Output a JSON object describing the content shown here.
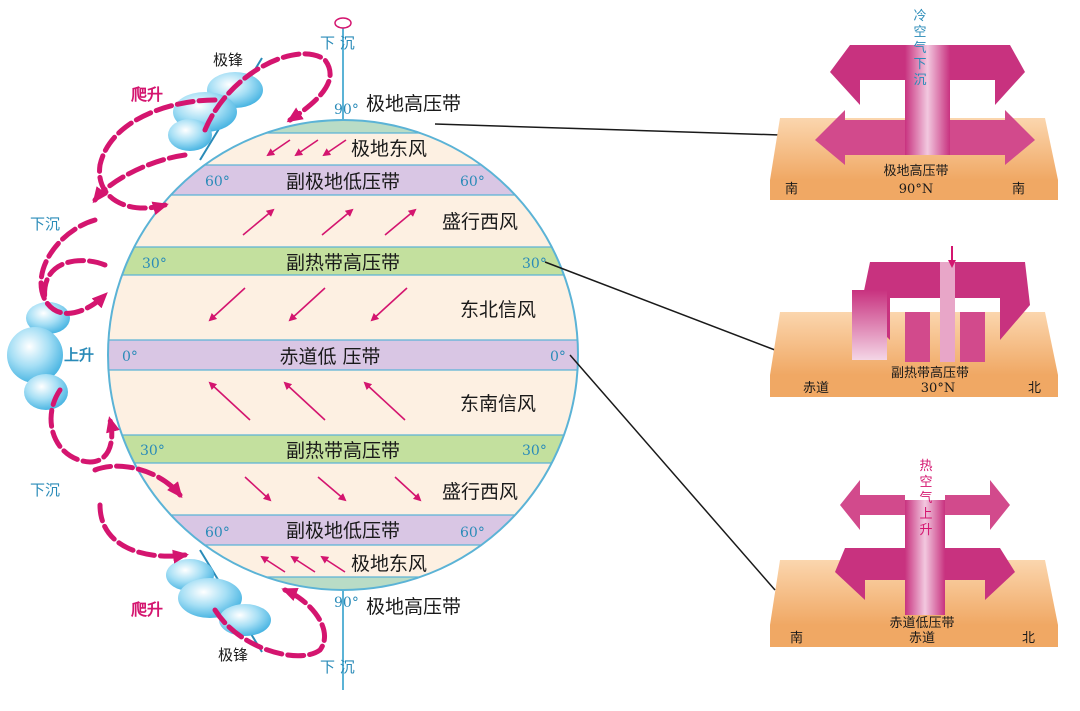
{
  "globe": {
    "cap_high_top": "极地高压带",
    "cap_high_bottom": "极地高压带",
    "bands": [
      {
        "key": "sub_polar_low_n",
        "label": "副极地低压带",
        "lat": "60°"
      },
      {
        "key": "sub_tropical_high_n",
        "label": "副热带高压带",
        "lat": "30°"
      },
      {
        "key": "equatorial_low",
        "label": "赤道低 压带",
        "lat": "0°"
      },
      {
        "key": "sub_tropical_high_s",
        "label": "副热带高压带",
        "lat": "30°"
      },
      {
        "key": "sub_polar_low_s",
        "label": "副极地低压带",
        "lat": "60°"
      }
    ],
    "winds": {
      "polar_east_n": "极地东风",
      "westerlies_n": "盛行西风",
      "ne_trade": "东北信风",
      "se_trade": "东南信风",
      "westerlies_s": "盛行西风",
      "polar_east_s": "极地东风"
    },
    "pole_lat_top": "90°",
    "pole_lat_bottom": "90°",
    "sink_top": "下 沉",
    "sink_bottom": "下 沉"
  },
  "left_labels": {
    "front_top": "极锋",
    "front_bottom": "极锋",
    "climb_top": "爬升",
    "climb_bottom": "爬升",
    "sink_upper": "下沉",
    "rise": "上升",
    "sink_lower": "下沉"
  },
  "panels": [
    {
      "key": "polar",
      "title": "极地高压带",
      "center": "90°N",
      "left": "南",
      "right": "南",
      "note": "冷空气下沉"
    },
    {
      "key": "subtropical",
      "title": "副热带高压带",
      "center": "30°N",
      "left": "赤道",
      "right": "北"
    },
    {
      "key": "equatorial",
      "title": "赤道低压带",
      "center": "赤道",
      "left": "南",
      "right": "北",
      "note": "热空气上升"
    }
  ],
  "colors": {
    "magenta": "#d4156f",
    "globe_outline": "#5bb3d6",
    "polar_cap": "#b9dcc6",
    "low_band": "#d9c6e4",
    "high_band": "#c3e09e",
    "wind_zone": "#fdf0e2",
    "label_blue": "#2a8bb8",
    "ground": "#f6c08a"
  }
}
